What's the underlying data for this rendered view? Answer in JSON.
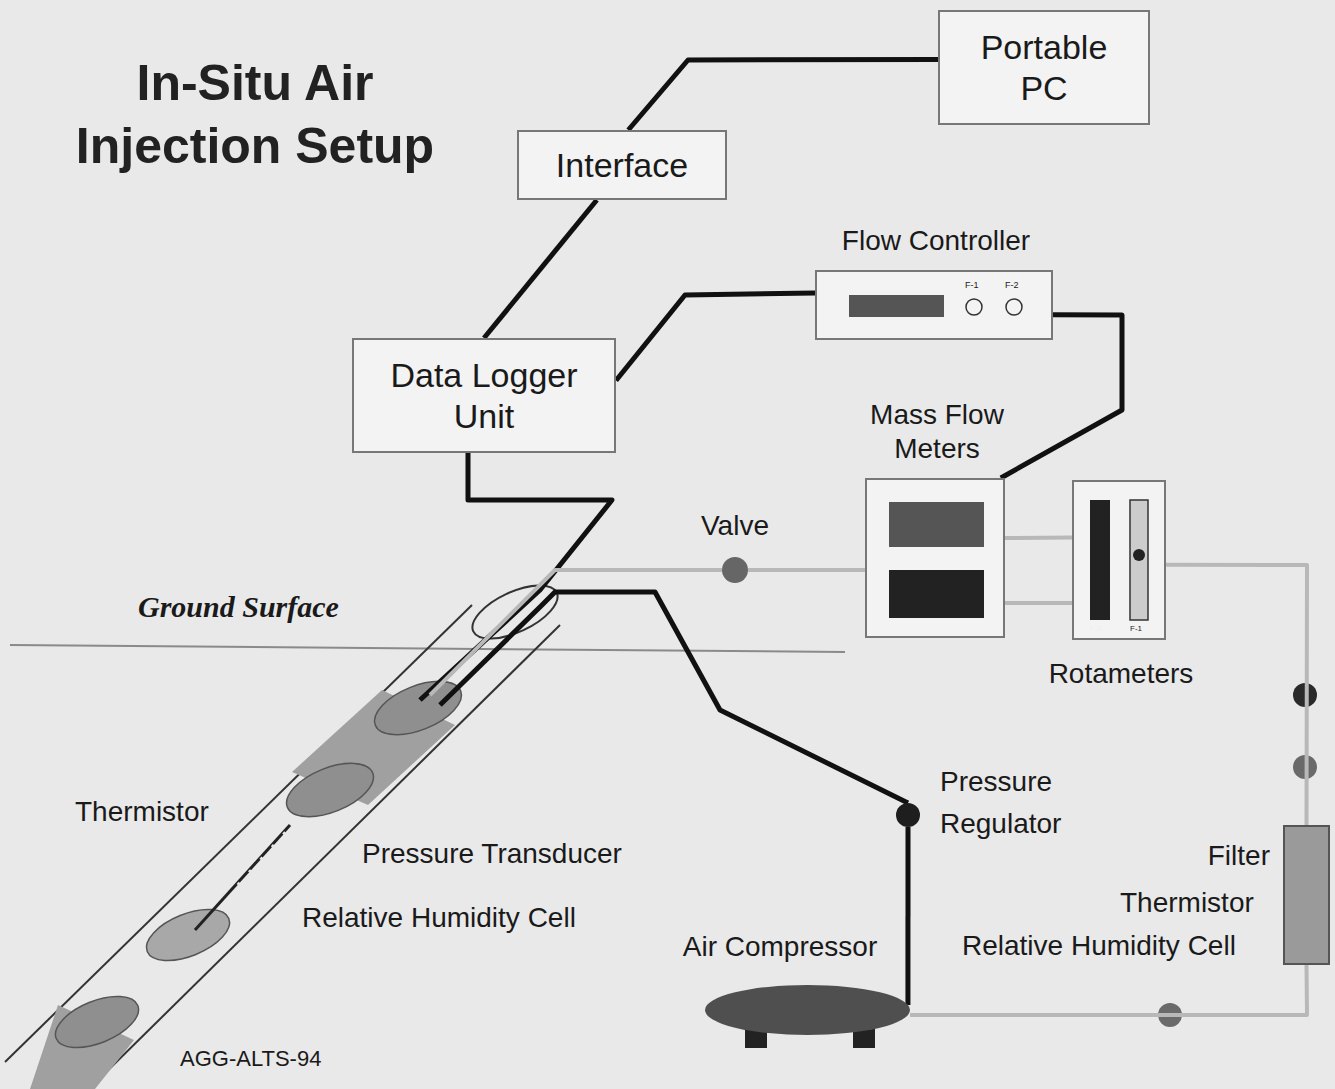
{
  "diagram": {
    "title": "In-Situ Air Injection Setup",
    "nodes": [
      {
        "text": [
          "Portable PC"
        ]
      },
      {
        "text": [
          "Interface"
        ]
      },
      {
        "text": [
          "Flow Controller"
        ]
      },
      {
        "text": [
          "Data Logger Unit"
        ]
      },
      {
        "text": [
          "Mass Flow Meters"
        ]
      },
      {
        "text": [
          "Valve"
        ]
      },
      {
        "text": [
          "Rotameters"
        ]
      },
      {
        "text": [
          "Pressure Regulator"
        ]
      },
      {
        "text": [
          "Filter"
        ]
      },
      {
        "text": [
          "Air Compressor"
        ]
      }
    ],
    "edges": [
      {
        "from": 0,
        "to": 1,
        "arrow": "none"
      },
      {
        "from": 1,
        "to": 3,
        "arrow": "none"
      },
      {
        "from": 3,
        "to": 2,
        "arrow": "none"
      },
      {
        "from": 2,
        "to": 4,
        "arrow": "none"
      },
      {
        "from": 5,
        "to": 4,
        "arrow": "none"
      },
      {
        "from": 4,
        "to": 6,
        "arrow": "none"
      },
      {
        "from": 6,
        "to": 8,
        "arrow": "none"
      },
      {
        "from": 8,
        "to": 9,
        "arrow": "none"
      },
      {
        "from": 9,
        "to": 7,
        "arrow": "none"
      }
    ],
    "labels": [
      "Ground Surface",
      "Thermistor",
      "Pressure Transducer",
      "Relative Humidity Cell",
      "Thermistor",
      "Relative Humidity Cell",
      "AGG-ALTS-94",
      "F-1",
      "F-2",
      "F-2",
      "F-1"
    ]
  }
}
